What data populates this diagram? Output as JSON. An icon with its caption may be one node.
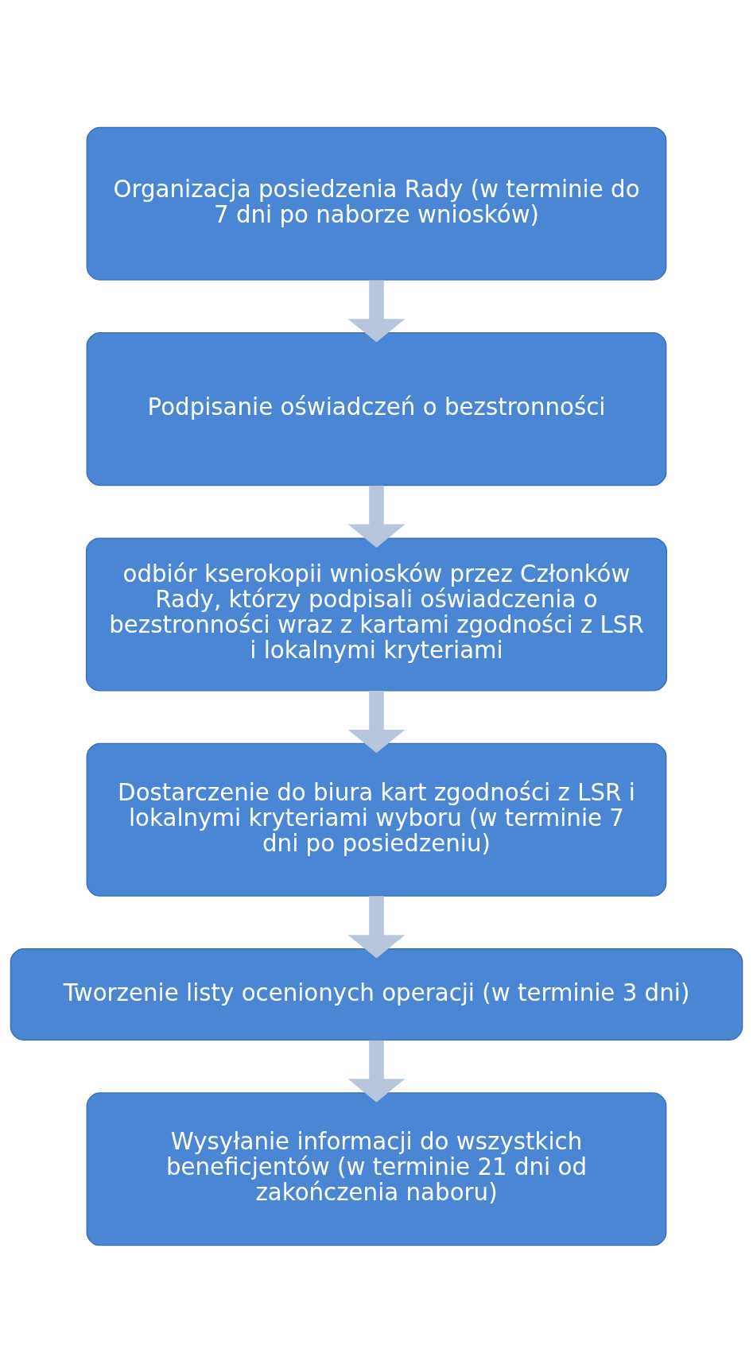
{
  "diagram": {
    "nodes": [
      {
        "text": [
          "Organizacja posiedzenia Rady (w terminie do 7 dni po naborze wniosków)"
        ]
      },
      {
        "text": [
          "Podpisanie oświadczeń o bezstronności"
        ]
      },
      {
        "text": [
          "odbiór kserokopii wniosków przez Członków Rady, którzy podpisali oświadczenia o bezstronności wraz z kartami zgodności z LSR i lokalnymi kryteriami"
        ]
      },
      {
        "text": [
          "Dostarczenie do biura kart zgodności z LSR i lokalnymi kryteriami wyboru (w terminie 7 dni po posiedzeniu)"
        ]
      },
      {
        "text": [
          "Tworzenie listy ocenionych operacji (w terminie 3 dni)"
        ]
      },
      {
        "text": [
          "Wysyłanie informacji do wszystkich beneficjentów (w terminie 21 dni od zakończenia naboru)"
        ]
      }
    ],
    "edges": [
      {
        "from": 0,
        "to": 1,
        "arrow": "to"
      },
      {
        "from": 1,
        "to": 2,
        "arrow": "to"
      },
      {
        "from": 2,
        "to": 3,
        "arrow": "to"
      },
      {
        "from": 3,
        "to": 4,
        "arrow": "to"
      },
      {
        "from": 4,
        "to": 5,
        "arrow": "to"
      }
    ]
  }
}
